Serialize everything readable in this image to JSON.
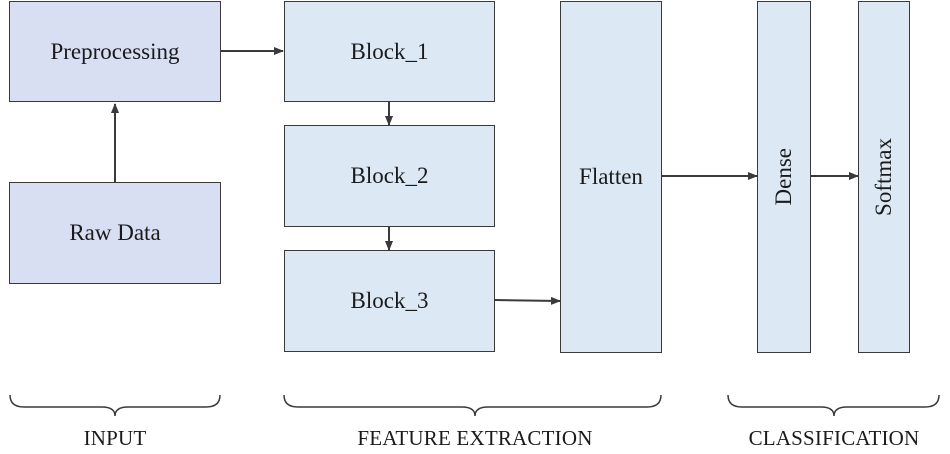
{
  "diagram": {
    "nodes": {
      "preprocessing": "Preprocessing",
      "raw_data": "Raw Data",
      "block_1": "Block_1",
      "block_2": "Block_2",
      "block_3": "Block_3",
      "flatten": "Flatten",
      "dense": "Dense",
      "softmax": "Softmax"
    },
    "groups": {
      "input": "INPUT",
      "feature_extraction": "FEATURE EXTRACTION",
      "classification": "CLASSIFICATION"
    },
    "colors": {
      "input_fill": "#d8dff3",
      "feature_fill": "#dce9f5",
      "stroke": "#3a3a3a"
    }
  }
}
